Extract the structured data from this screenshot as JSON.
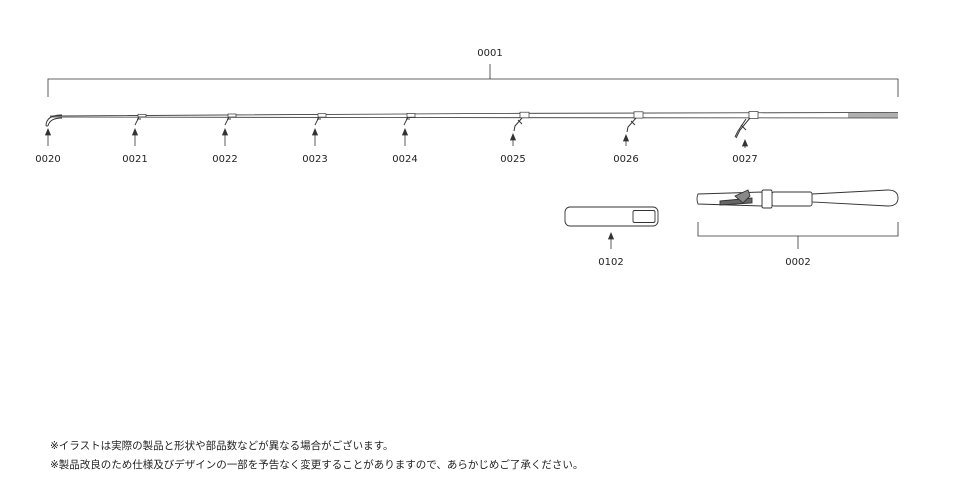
{
  "parts": {
    "rod_assembly": "0001",
    "tip_guide": "0020",
    "guide_1": "0021",
    "guide_2": "0022",
    "guide_3": "0023",
    "guide_4": "0024",
    "guide_5": "0025",
    "guide_6": "0026",
    "guide_7": "0027",
    "rod_case": "0102",
    "grip": "0002"
  },
  "notes": [
    "※イラストは実際の製品と形状や部品数などが異なる場合がございます。",
    "※製品改良のため仕様及びデザインの一部を予告なく変更することがありますので、あらかじめご了承ください。"
  ],
  "colors": {
    "line": "#333333",
    "butt_shade": "#b0b0b0"
  }
}
